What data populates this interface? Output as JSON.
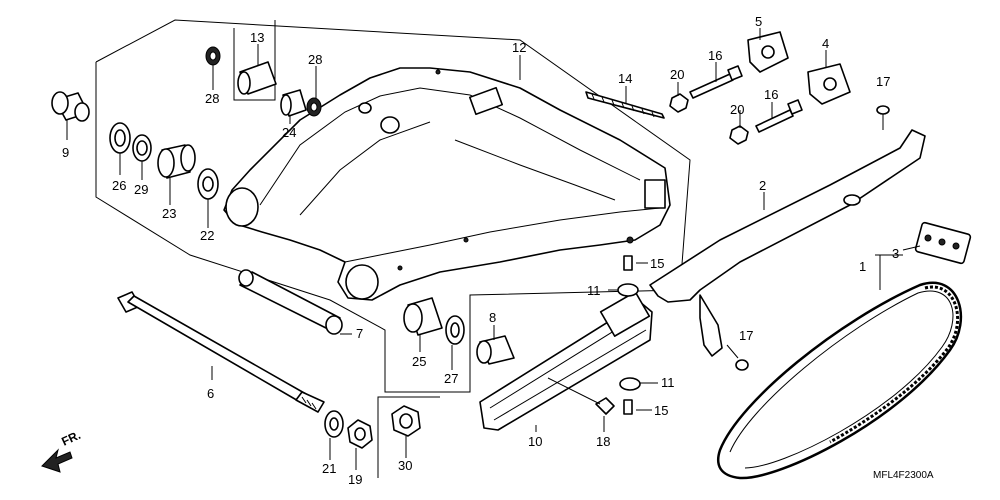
{
  "diagram": {
    "footer_code": "MFL4F2300A",
    "front_marker": "FR."
  },
  "callouts": [
    {
      "id": "c1",
      "text": "1"
    },
    {
      "id": "c2",
      "text": "2"
    },
    {
      "id": "c3",
      "text": "3"
    },
    {
      "id": "c4",
      "text": "4"
    },
    {
      "id": "c5",
      "text": "5"
    },
    {
      "id": "c6",
      "text": "6"
    },
    {
      "id": "c7",
      "text": "7"
    },
    {
      "id": "c8",
      "text": "8"
    },
    {
      "id": "c9",
      "text": "9"
    },
    {
      "id": "c10",
      "text": "10"
    },
    {
      "id": "c11a",
      "text": "11"
    },
    {
      "id": "c11b",
      "text": "11"
    },
    {
      "id": "c12",
      "text": "12"
    },
    {
      "id": "c13",
      "text": "13"
    },
    {
      "id": "c14",
      "text": "14"
    },
    {
      "id": "c15a",
      "text": "15"
    },
    {
      "id": "c15b",
      "text": "15"
    },
    {
      "id": "c16a",
      "text": "16"
    },
    {
      "id": "c16b",
      "text": "16"
    },
    {
      "id": "c17a",
      "text": "17"
    },
    {
      "id": "c17b",
      "text": "17"
    },
    {
      "id": "c18",
      "text": "18"
    },
    {
      "id": "c19",
      "text": "19"
    },
    {
      "id": "c20a",
      "text": "20"
    },
    {
      "id": "c20b",
      "text": "20"
    },
    {
      "id": "c21",
      "text": "21"
    },
    {
      "id": "c22",
      "text": "22"
    },
    {
      "id": "c23",
      "text": "23"
    },
    {
      "id": "c24",
      "text": "24"
    },
    {
      "id": "c25",
      "text": "25"
    },
    {
      "id": "c26",
      "text": "26"
    },
    {
      "id": "c27",
      "text": "27"
    },
    {
      "id": "c28a",
      "text": "28"
    },
    {
      "id": "c28b",
      "text": "28"
    },
    {
      "id": "c29",
      "text": "29"
    },
    {
      "id": "c30",
      "text": "30"
    }
  ]
}
